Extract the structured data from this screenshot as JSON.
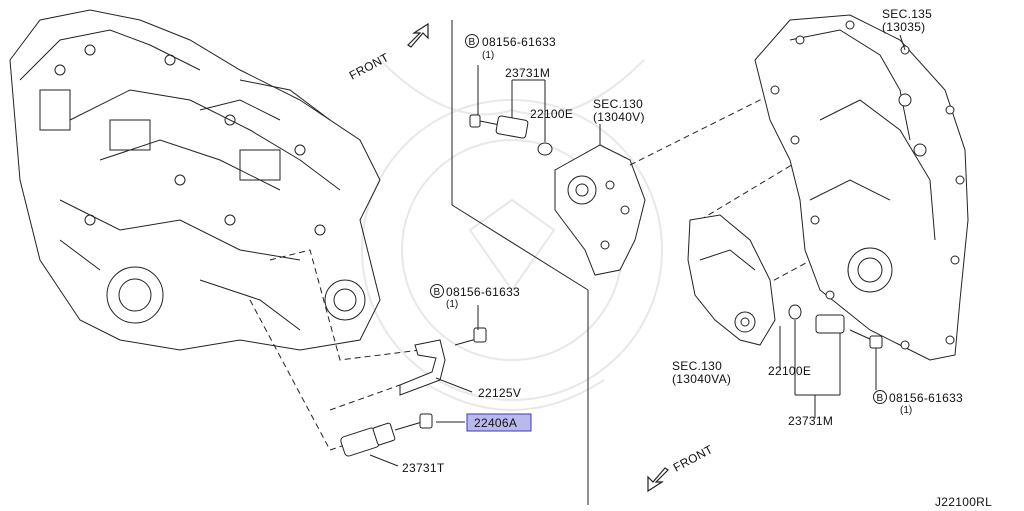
{
  "diagram_code": "J22100RL",
  "front_labels": [
    "FRONT",
    "FRONT"
  ],
  "bolt_callout": {
    "circle_letter": "B",
    "part_no": "08156-61633",
    "qty": "(1)"
  },
  "labels": {
    "p_23731M_top": "23731M",
    "p_22100E_top": "22100E",
    "sec130_top": "SEC.130",
    "sec130_top_code": "(13040V)",
    "sec135": "SEC.135",
    "sec135_code": "(13035)",
    "p_22125V": "22125V",
    "p_22406A": "22406A",
    "p_23731T": "23731T",
    "sec130_low": "SEC.130",
    "sec130_low_code": "(13040VA)",
    "p_22100E_low": "22100E",
    "p_23731M_low": "23731M"
  },
  "colors": {
    "line": "#222222",
    "highlight_fill": "#b9b9ee",
    "highlight_stroke": "#3a3ab0",
    "watermark": "#e6e6e6"
  }
}
